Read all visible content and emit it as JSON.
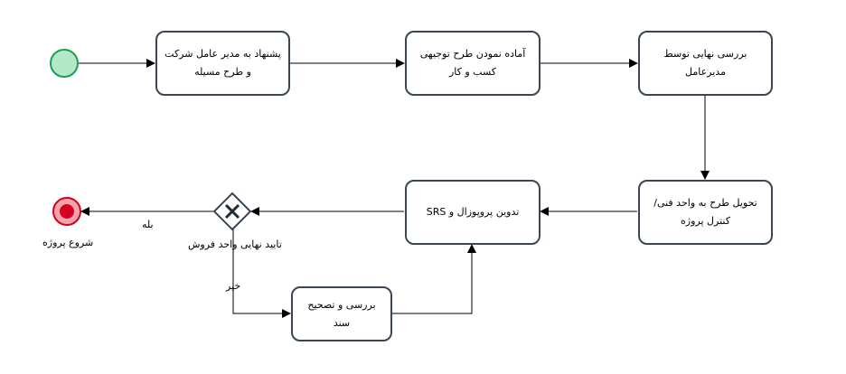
{
  "tasks": [
    {
      "label": "پشنهاد به مدیر عامل شرکت و طرح مسیله"
    },
    {
      "label": "آماده نمودن طرح توجیهی کسب و کار"
    },
    {
      "label": "بررسی نهایی توسط مدیرعامل"
    },
    {
      "label": "تحویل طرح به واحد فنی/کنترل پروژه"
    },
    {
      "label": "تدوین پروپوزال و SRS"
    },
    {
      "label": "بررسی و تصحیح سند"
    }
  ],
  "gateway": {
    "label": "تایید نهایی واحد فروش"
  },
  "end_event": {
    "label": "شروع پروژه"
  },
  "flows": {
    "yes": "بله",
    "no": "خیر"
  },
  "colors": {
    "start_fill": "#b5e8c9",
    "start_stroke": "#1aa052",
    "end_fill": "#f2a3ab",
    "end_stroke": "#d4001e",
    "end_dot": "#d4001e",
    "stroke": "#3a4652"
  }
}
